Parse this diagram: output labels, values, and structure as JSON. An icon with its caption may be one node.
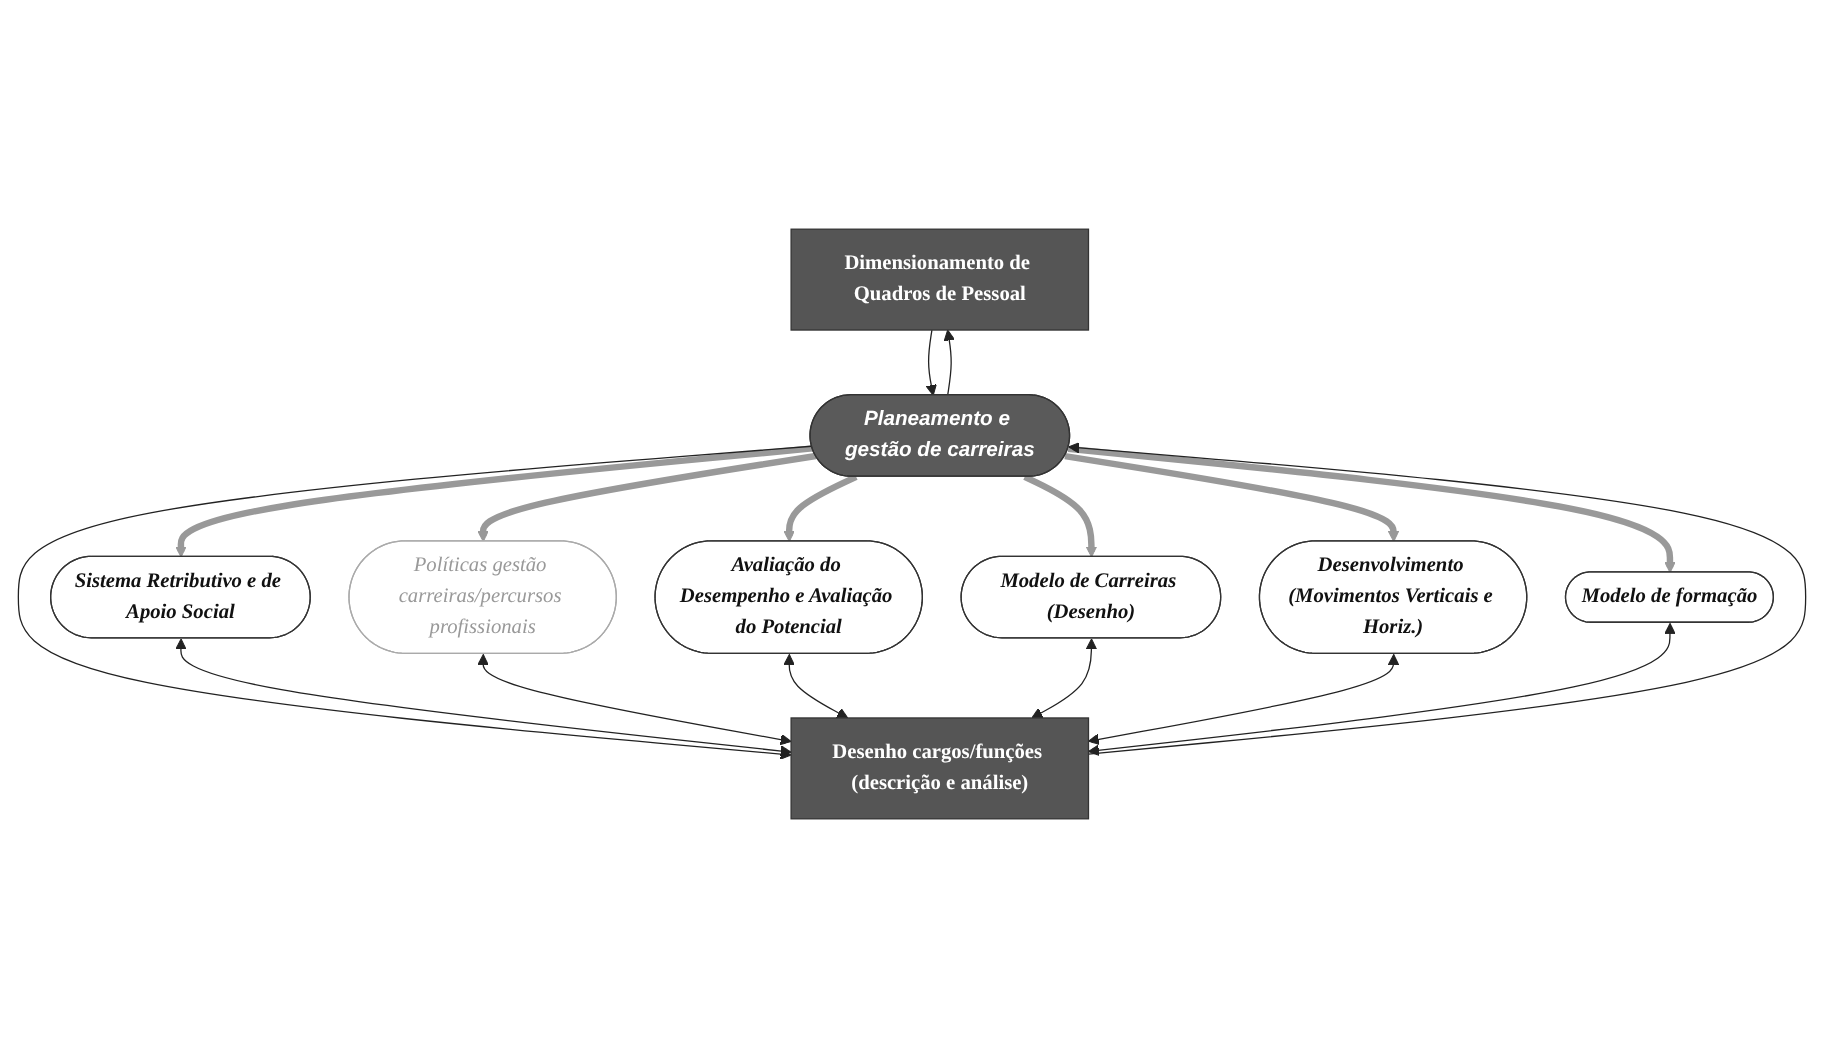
{
  "diagram": {
    "nodes": [
      {
        "text": [
          "Dimensionamento de Quadros de Pessoal"
        ]
      },
      {
        "text": [
          "Sistema Retributivo e de Apoio Social"
        ]
      },
      {
        "text": [
          "Planeamento e gestão de carreiras"
        ]
      },
      {
        "text": [
          "Políticas gestão carreiras/percursos profissionais"
        ]
      },
      {
        "text": [
          "Avaliação do Desempenho e Avaliação do Potencial"
        ]
      },
      {
        "text": [
          "Modelo de Carreiras (Desenho)"
        ]
      },
      {
        "text": [
          "Desenho cargos/funções (descrição e análise)"
        ]
      },
      {
        "text": [
          "Desenvolvimento (Movimentos Verticais e Horiz.)"
        ]
      },
      {
        "text": [
          "Modelo de formação"
        ]
      }
    ],
    "edges": [
      {
        "from": 0,
        "to": 2,
        "arrow": "to"
      },
      {
        "from": 2,
        "to": 0,
        "arrow": "to"
      },
      {
        "from": 2,
        "to": 1,
        "arrow": "to",
        "style": "thick",
        "color": "#999999"
      },
      {
        "from": 2,
        "to": 3,
        "arrow": "to",
        "style": "thick",
        "color": "#999999"
      },
      {
        "from": 2,
        "to": 4,
        "arrow": "to",
        "style": "thick",
        "color": "#999999"
      },
      {
        "from": 2,
        "to": 5,
        "arrow": "to",
        "style": "thick",
        "color": "#999999"
      },
      {
        "from": 2,
        "to": 7,
        "arrow": "to",
        "style": "thick",
        "color": "#999999"
      },
      {
        "from": 2,
        "to": 8,
        "arrow": "to",
        "style": "thick",
        "color": "#999999"
      },
      {
        "from": 6,
        "to": 2,
        "arrow": "to"
      },
      {
        "from": 2,
        "to": 6,
        "arrow": "to"
      },
      {
        "from": 1,
        "to": 6,
        "arrow": "both"
      },
      {
        "from": 3,
        "to": 6,
        "arrow": "both"
      },
      {
        "from": 4,
        "to": 6,
        "arrow": "both"
      },
      {
        "from": 5,
        "to": 6,
        "arrow": "both"
      },
      {
        "from": 7,
        "to": 6,
        "arrow": "both"
      },
      {
        "from": 8,
        "to": 6,
        "arrow": "both"
      }
    ]
  }
}
